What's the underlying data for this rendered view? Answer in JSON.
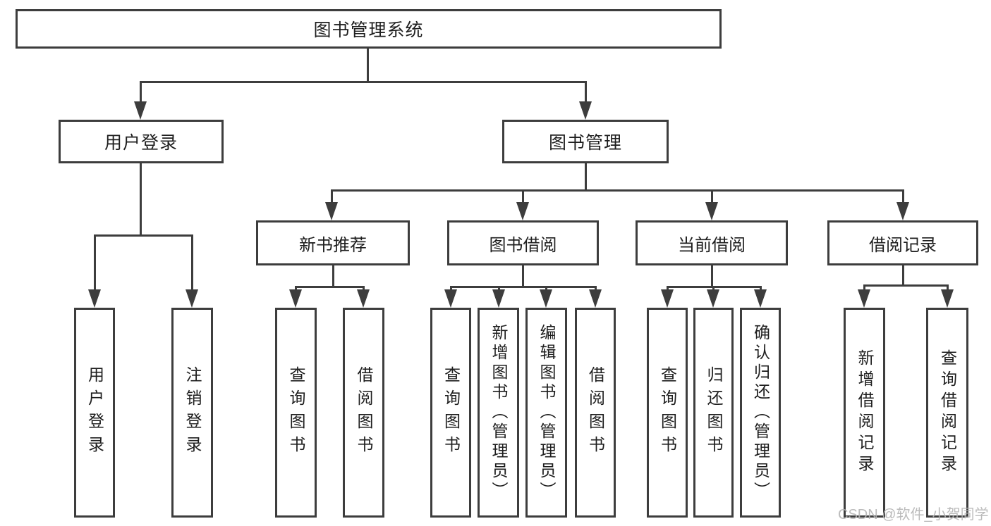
{
  "diagram": {
    "type": "hierarchy-tree",
    "root_label": "图书管理系统",
    "level2": [
      "用户登录",
      "图书管理"
    ],
    "level3": [
      "新书推荐",
      "图书借阅",
      "当前借阅",
      "借阅记录"
    ],
    "leaves": [
      "用户登录",
      "注销登录",
      "查询图书",
      "借阅图书",
      "查询图书",
      "新增图书（管理员）",
      "编辑图书（管理员）",
      "借阅图书",
      "查询图书",
      "归还图书",
      "确认归还（管理员）",
      "新增借阅记录",
      "查询借阅记录"
    ],
    "colors": {
      "line": "#3d3d3d",
      "box_border": "#3d3d3d",
      "text": "#1e1e1e",
      "background": "#ffffff",
      "watermark": "#b4b4b4"
    }
  },
  "watermark": {
    "text": "CSDN @软件_小贺同学"
  }
}
